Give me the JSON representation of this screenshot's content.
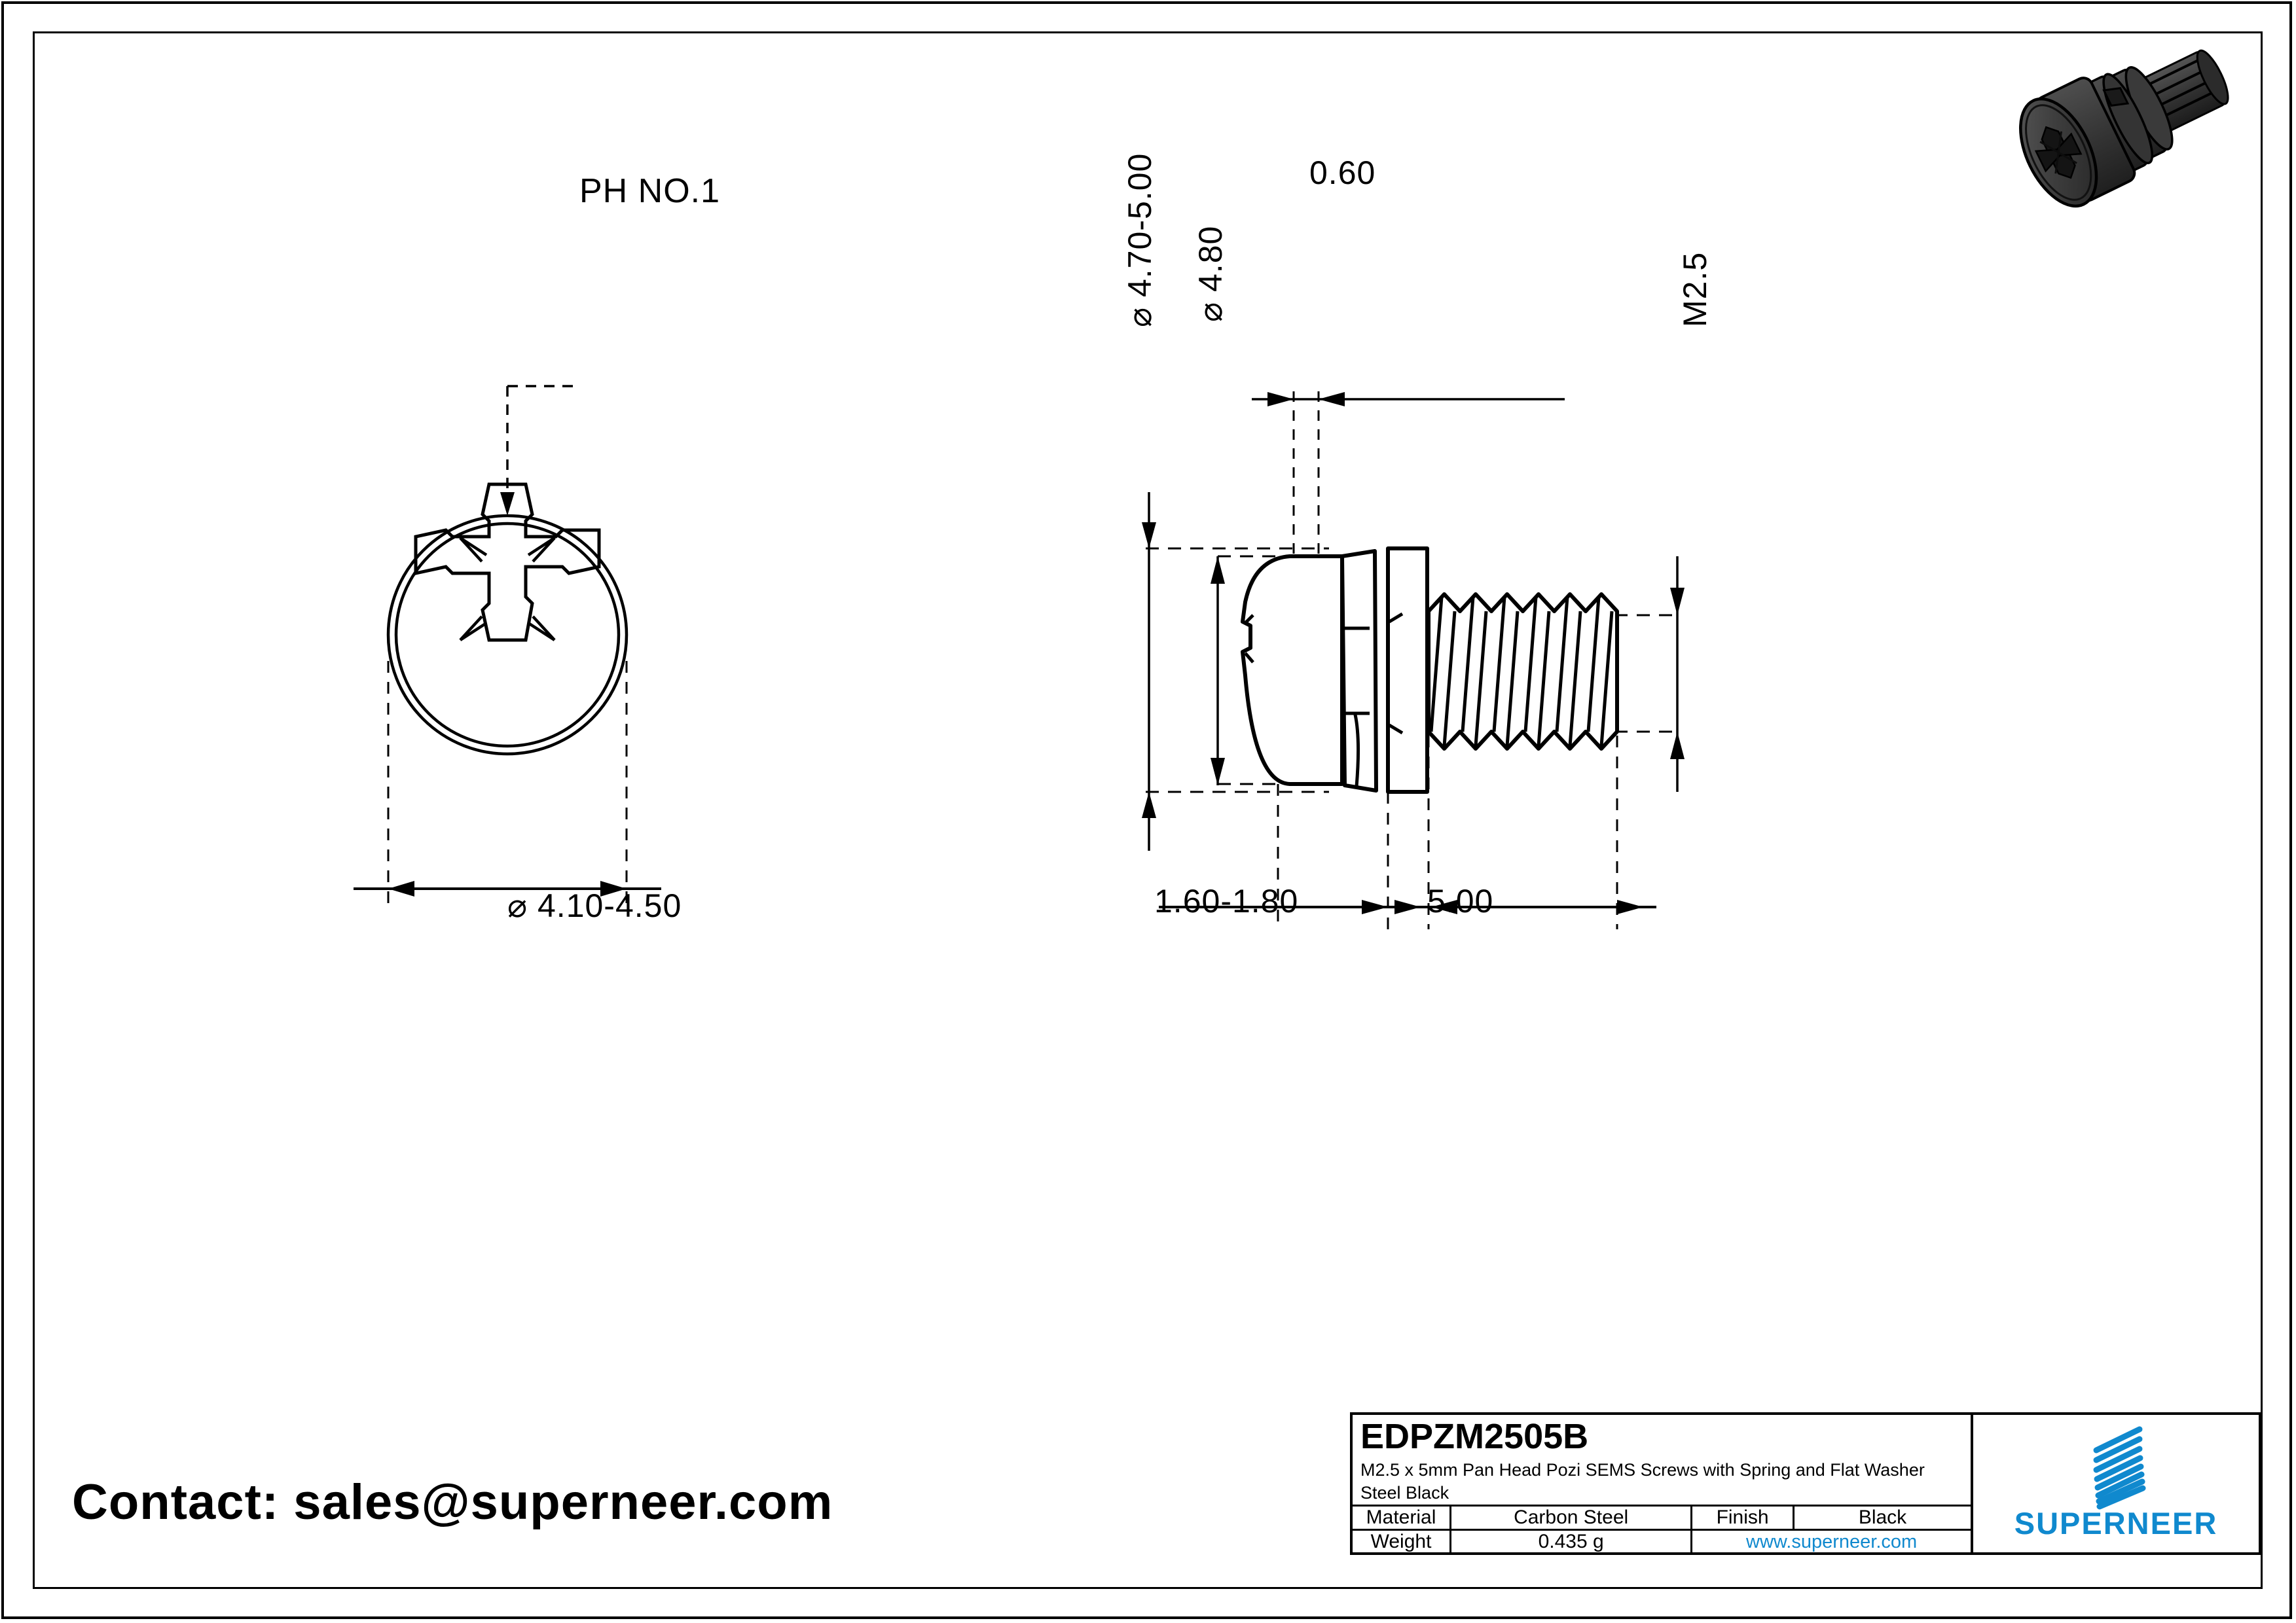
{
  "document": {
    "type": "engineering-drawing",
    "background": "#FFFFFF",
    "line_color": "#000000",
    "accent_color": "#1089CE"
  },
  "contact": {
    "text": "Contact: sales@superneer.com"
  },
  "front_view": {
    "name": "front-view",
    "callout_label": "PH NO.1",
    "diameter_dimension": "⌀ 4.10-4.50",
    "recess_type": "pozidriv-cross-recess"
  },
  "side_view": {
    "name": "side-view",
    "dimensions": {
      "washer_thickness": "0.60",
      "head_plus_washer_diameter": "⌀ 4.70-5.00",
      "head_diameter": "⌀ 4.80",
      "thread_size": "M2.5",
      "head_stack_length": "1.60-1.80",
      "thread_length": "5.00"
    }
  },
  "title_block": {
    "part_code": "EDPZM2505B",
    "description": "M2.5 x 5mm Pan Head Pozi SEMS Screws with Spring and Flat Washer Steel Black",
    "rows": [
      {
        "label": "Material",
        "value": "Carbon Steel",
        "label2": "Finish",
        "value2": "Black"
      }
    ],
    "weight_label": "Weight",
    "weight_value": "0.435 g",
    "website": "www.superneer.com",
    "brand": "SUPERNEER"
  },
  "product_render": {
    "name": "screw-3d-render",
    "description": "black pan head pozi SEMS screw isometric view",
    "body_color": "#3A3A3A",
    "shade_color": "#2A2A2A",
    "highlight_color": "#565656"
  }
}
